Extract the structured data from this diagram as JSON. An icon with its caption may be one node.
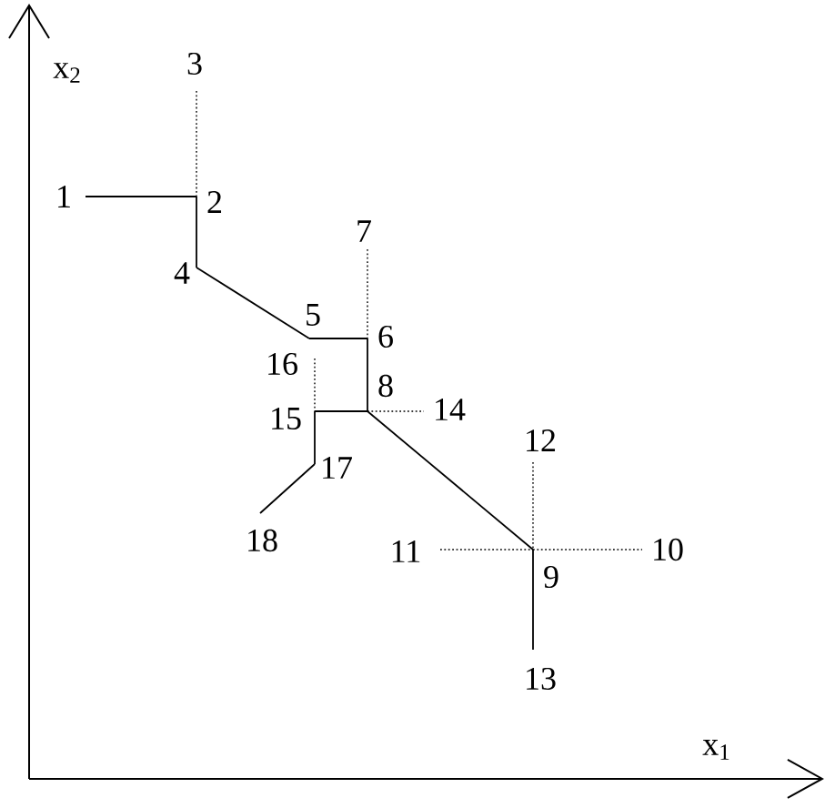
{
  "diagram": {
    "nodes": [
      {
        "text": [
          "1"
        ]
      },
      {
        "text": [
          "2"
        ]
      },
      {
        "text": [
          "3"
        ]
      },
      {
        "text": [
          "4"
        ]
      },
      {
        "text": [
          "5"
        ]
      },
      {
        "text": [
          "6"
        ]
      },
      {
        "text": [
          "7"
        ]
      },
      {
        "text": [
          "8"
        ]
      },
      {
        "text": [
          "9"
        ]
      },
      {
        "text": [
          "10"
        ]
      },
      {
        "text": [
          "11"
        ]
      },
      {
        "text": [
          "12"
        ]
      },
      {
        "text": [
          "13"
        ]
      },
      {
        "text": [
          "14"
        ]
      },
      {
        "text": [
          "15"
        ]
      },
      {
        "text": [
          "16"
        ]
      },
      {
        "text": [
          "17"
        ]
      },
      {
        "text": [
          "18"
        ]
      }
    ],
    "edges": [
      {
        "from": 0,
        "to": 1,
        "arrow": "none"
      },
      {
        "from": 2,
        "to": 1,
        "arrow": "none",
        "style": "dashed"
      },
      {
        "from": 1,
        "to": 3,
        "arrow": "none"
      },
      {
        "from": 3,
        "to": 4,
        "arrow": "none"
      },
      {
        "from": 4,
        "to": 5,
        "arrow": "none"
      },
      {
        "from": 6,
        "to": 5,
        "arrow": "none",
        "style": "dashed"
      },
      {
        "from": 5,
        "to": 7,
        "arrow": "none"
      },
      {
        "from": 7,
        "to": 13,
        "arrow": "none",
        "style": "dashed"
      },
      {
        "from": 14,
        "to": 7,
        "arrow": "none"
      },
      {
        "from": 15,
        "to": 14,
        "arrow": "none",
        "style": "dashed"
      },
      {
        "from": 14,
        "to": 16,
        "arrow": "none"
      },
      {
        "from": 16,
        "to": 17,
        "arrow": "none"
      },
      {
        "from": 7,
        "to": 8,
        "arrow": "none"
      },
      {
        "from": 10,
        "to": 8,
        "arrow": "none",
        "style": "dashed"
      },
      {
        "from": 8,
        "to": 9,
        "arrow": "none",
        "style": "dashed"
      },
      {
        "from": 11,
        "to": 8,
        "arrow": "none",
        "style": "dashed"
      },
      {
        "from": 8,
        "to": 12,
        "arrow": "none"
      }
    ],
    "labels": [
      "x$_{2}$",
      "x$_{1}$"
    ]
  }
}
